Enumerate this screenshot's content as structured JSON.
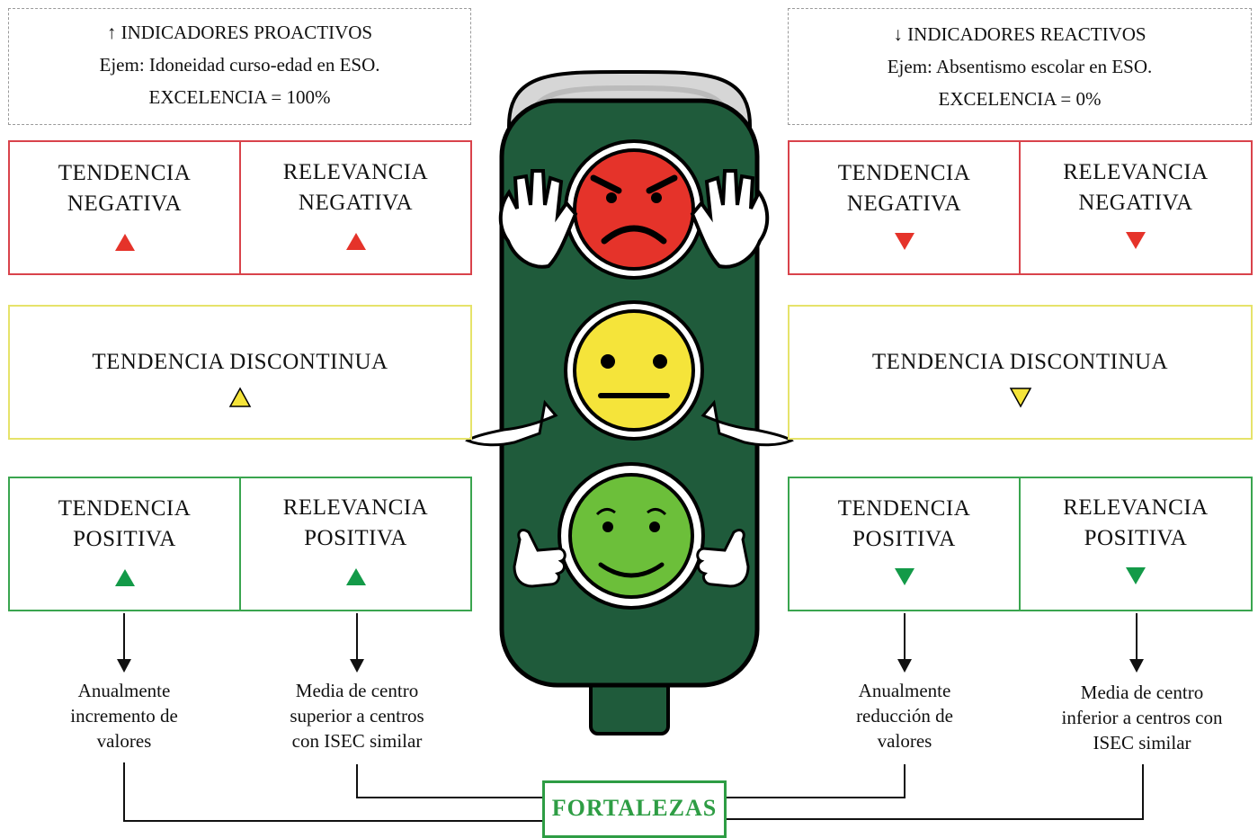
{
  "left": {
    "header": {
      "arrow": "↑",
      "title": "INDICADORES PROACTIVOS",
      "example": "Ejem: Idoneidad curso-edad en ESO.",
      "excellence": "EXCELENCIA = 100%"
    },
    "red": {
      "tendency": [
        "TENDENCIA",
        "NEGATIVA"
      ],
      "relevance": [
        "RELEVANCIA",
        "NEGATIVA"
      ]
    },
    "yellow": {
      "label": "TENDENCIA DISCONTINUA"
    },
    "green": {
      "tendency": [
        "TENDENCIA",
        "POSITIVA"
      ],
      "relevance": [
        "RELEVANCIA",
        "POSITIVA"
      ]
    },
    "notes": {
      "tendency": [
        "Anualmente",
        "incremento de",
        "valores"
      ],
      "relevance": [
        "Media de centro",
        "superior a centros",
        "con ISEC similar"
      ]
    }
  },
  "right": {
    "header": {
      "arrow": "↓",
      "title": "INDICADORES REACTIVOS",
      "example": "Ejem: Absentismo escolar en ESO.",
      "excellence": "EXCELENCIA = 0%"
    },
    "red": {
      "tendency": [
        "TENDENCIA",
        "NEGATIVA"
      ],
      "relevance": [
        "RELEVANCIA",
        "NEGATIVA"
      ]
    },
    "yellow": {
      "label": "TENDENCIA DISCONTINUA"
    },
    "green": {
      "tendency": [
        "TENDENCIA",
        "POSITIVA"
      ],
      "relevance": [
        "RELEVANCIA",
        "POSITIVA"
      ]
    },
    "notes": {
      "tendency": [
        "Anualmente",
        "reducción de",
        "valores"
      ],
      "relevance": [
        "Media de centro",
        "inferior a centros con",
        "ISEC similar"
      ]
    }
  },
  "center": {
    "label": "FORTALEZAS"
  },
  "colors": {
    "red": "#d9434b",
    "redFill": "#e5332a",
    "yellow": "#e6e36a",
    "yellowFill": "#f5e43a",
    "green": "#3aa54f",
    "greenFill": "#139a48",
    "trafficLight": "#1f5b3b"
  },
  "icons": [
    "arrow-up-icon",
    "arrow-down-icon",
    "angry-face-icon",
    "neutral-face-icon",
    "happy-face-icon",
    "hand-icon",
    "thumbs-up-icon"
  ]
}
